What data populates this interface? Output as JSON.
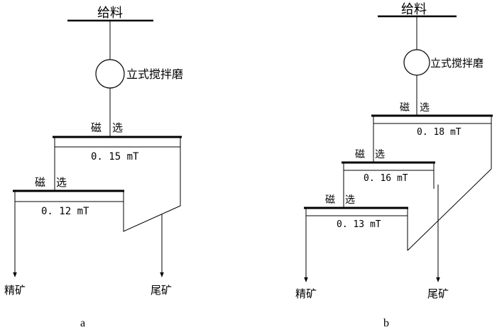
{
  "diagram_a": {
    "feed_label": "给料",
    "mill_label": "立式搅拌磨",
    "stage1": {
      "label": "磁　选",
      "field": "0. 15 mT"
    },
    "stage2": {
      "label": "磁　选",
      "field": "0. 12 mT"
    },
    "concentrate_label": "精矿",
    "tailings_label": "尾矿",
    "caption": "a"
  },
  "diagram_b": {
    "feed_label": "给料",
    "mill_label": "立式搅拌磨",
    "stage1": {
      "label": "磁　选",
      "field": "0. 18 mT"
    },
    "stage2": {
      "label": "磁　选",
      "field": "0. 16 mT"
    },
    "stage3": {
      "label": "磁　选",
      "field": "0. 13 mT"
    },
    "concentrate_label": "精矿",
    "tailings_label": "尾矿",
    "caption": "b"
  }
}
